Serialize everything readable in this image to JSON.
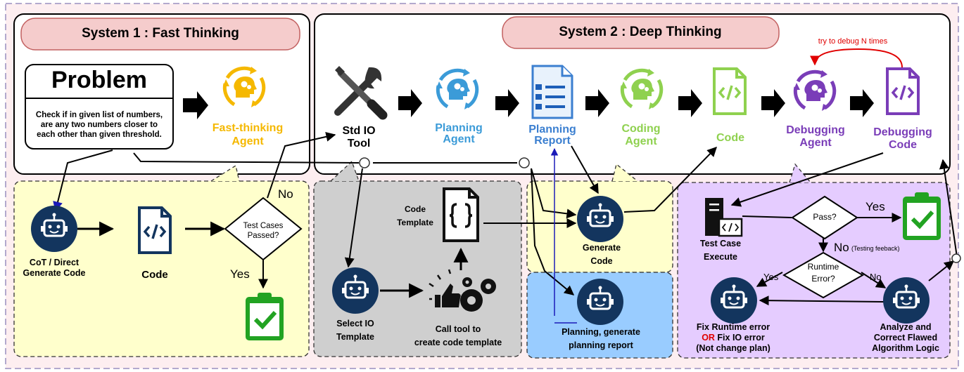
{
  "colors": {
    "frame_fill": "#fdeef0",
    "header_fill": "#f5cccc",
    "yellow_panel": "#ffffcc",
    "gray_panel": "#cfcfcf",
    "blue_panel": "#99ccff",
    "purple_panel": "#e5ccff",
    "navy": "#13355e",
    "orange": "#f5b800",
    "blue": "#3b9bd8",
    "green": "#8fd14f",
    "purple": "#7a3db8",
    "red": "#e00000",
    "darkblue": "#1b1bb8",
    "check_green": "#22a322"
  },
  "icons": {
    "std_io_tool": "wrench-screwdriver-icon",
    "agent": "head-gears-cycle-icon",
    "report": "document-list-icon",
    "code": "code-file-icon",
    "bot": "robot-icon",
    "clipboard": "clipboard-check-icon",
    "server": "server-icon",
    "json": "curly-braces-file-icon",
    "tool": "thumbsup-gears-icon"
  },
  "system1": {
    "title": "System 1 : Fast Thinking",
    "problem": {
      "title": "Problem",
      "text_lines": [
        "Check if in given list of numbers,",
        "are any two numbers closer to",
        "each other than given threshold."
      ]
    },
    "agent_lines": [
      "Fast-thinking",
      "Agent"
    ]
  },
  "system2": {
    "title": "System 2 : Deep Thinking",
    "std_io_lines": [
      "Std IO",
      "Tool"
    ],
    "planning_agent_lines": [
      "Planning",
      "Agent"
    ],
    "planning_report_lines": [
      "Planning",
      "Report"
    ],
    "coding_agent_lines": [
      "Coding",
      "Agent"
    ],
    "code_label": "Code",
    "debugging_agent_lines": [
      "Debugging",
      "Agent"
    ],
    "debugging_code_lines": [
      "Debugging",
      "Code"
    ],
    "loop_label": "try to debug N times"
  },
  "fast_panel": {
    "bot_lines": [
      "CoT / Direct",
      "Generate Code"
    ],
    "code_label": "Code",
    "decision_lines": [
      "Test Cases",
      "Passed?"
    ],
    "no_label": "No",
    "yes_label": "Yes"
  },
  "tool_panel": {
    "template_lines": [
      "Code",
      "Template"
    ],
    "select_lines": [
      "Select IO",
      "Template"
    ],
    "call_lines": [
      "Call tool to",
      "create code template"
    ]
  },
  "generate_panel": {
    "lines": [
      "Generate",
      "Code"
    ]
  },
  "planning_panel": {
    "lines": [
      "Planning, generate",
      "planning report"
    ]
  },
  "debug_panel": {
    "execute_lines": [
      "Test Case",
      "Execute"
    ],
    "pass_label": "Pass?",
    "yes_label": "Yes",
    "no_label": "No",
    "no_note": "(Testing feeback)",
    "runtime_lines": [
      "Runtime",
      "Error?"
    ],
    "rt_yes": "Yes",
    "rt_no": "No",
    "fix_line1": "Fix Runtime error",
    "fix_or": "OR",
    "fix_line2_rest": " Fix IO error",
    "fix_line3": "(Not change plan)",
    "analyze_lines": [
      "Analyze and",
      "Correct Flawed",
      "Algorithm Logic"
    ]
  }
}
